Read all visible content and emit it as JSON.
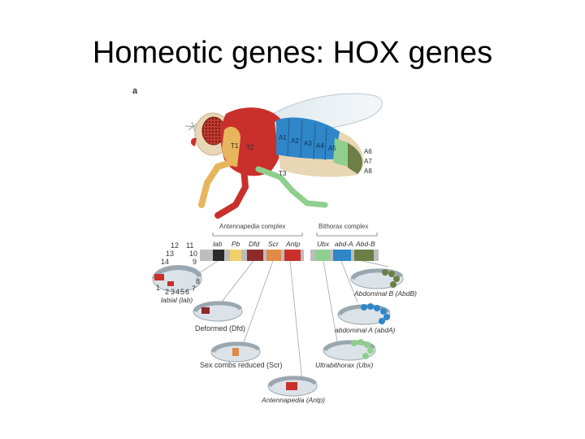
{
  "slide": {
    "title": "Homeotic genes: HOX genes"
  },
  "figure": {
    "panel_label": "a",
    "fly": {
      "thorax_labels": [
        "T1",
        "T2",
        "T3"
      ],
      "abdominal_labels": [
        "A1",
        "A2",
        "A3",
        "A4",
        "A5"
      ],
      "posterior_labels": [
        "A6",
        "A7",
        "A8"
      ]
    },
    "complexes": {
      "antennapedia": "Antennapedia complex",
      "bithorax": "Bithorax complex"
    },
    "genes": [
      {
        "label": "lab",
        "color": "#2a2a2a"
      },
      {
        "label": "Pb",
        "color": "#f3cf6a"
      },
      {
        "label": "Dfd",
        "color": "#8e2a2a"
      },
      {
        "label": "Scr",
        "color": "#e18a46"
      },
      {
        "label": "Antp",
        "color": "#c9302c"
      },
      {
        "label": "Ubx",
        "color": "#8fcf8e"
      },
      {
        "label": "abd-A",
        "color": "#2f86c8"
      },
      {
        "label": "Abd-B",
        "color": "#6b7f46"
      }
    ],
    "embryo_numbers": [
      "12",
      "11",
      "13",
      "10",
      "14",
      "9",
      "8",
      "1",
      "2",
      "3",
      "4",
      "5",
      "6",
      "7"
    ],
    "embryos": {
      "labial": "labial (lab)",
      "deformed": "Deformed (Dfd)",
      "scr": "Sex combs reduced (Scr)",
      "antp": "Antennapedia (Antp)",
      "abdb": "Abdominal B (AbdB)",
      "abda": "abdominal A (abdA)",
      "ubx": "Ultrabithorax (Ubx)"
    }
  }
}
